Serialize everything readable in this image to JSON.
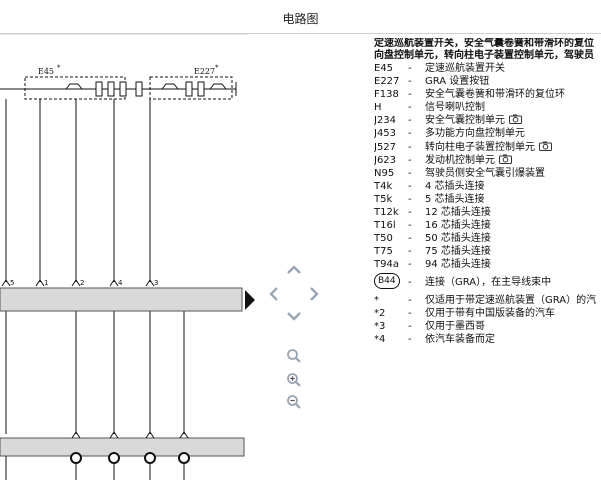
{
  "header": {
    "title": "电路图"
  },
  "diagram": {
    "component_e45": "E45",
    "component_e45_mark": "*",
    "component_e227": "E227",
    "component_e227_mark": "*",
    "pin_labels": [
      "5",
      "1",
      "2",
      "4",
      "3"
    ]
  },
  "navigation": {
    "pan_up": "chevron-up-icon",
    "pan_down": "chevron-down-icon",
    "pan_left": "chevron-left-icon",
    "pan_right": "chevron-right-icon",
    "zoom_reset": "zoom-search-icon",
    "zoom_in": "zoom-in-icon",
    "zoom_out": "zoom-out-icon",
    "accent_color": "#9aa6b4"
  },
  "legend": {
    "heading_line1": "定速巡航装置开关，安全气囊卷簧和带滑环的复位",
    "heading_line2": "向盘控制单元，转向柱电子装置控制单元，驾驶员",
    "items": [
      {
        "code": "E45",
        "dash": "-",
        "desc": "定速巡航装置开关",
        "camera": false
      },
      {
        "code": "E227",
        "dash": "-",
        "desc": "GRA 设置按钮",
        "camera": false
      },
      {
        "code": "F138",
        "dash": "-",
        "desc": "安全气囊卷簧和带滑环的复位环",
        "camera": false
      },
      {
        "code": "H",
        "dash": "-",
        "desc": "信号喇叭控制",
        "camera": false
      },
      {
        "code": "J234",
        "dash": "-",
        "desc": "安全气囊控制单元",
        "camera": true
      },
      {
        "code": "J453",
        "dash": "-",
        "desc": "多功能方向盘控制单元",
        "camera": false
      },
      {
        "code": "J527",
        "dash": "-",
        "desc": "转向柱电子装置控制单元",
        "camera": true
      },
      {
        "code": "J623",
        "dash": "-",
        "desc": "发动机控制单元",
        "camera": true
      },
      {
        "code": "N95",
        "dash": "-",
        "desc": "驾驶员侧安全气囊引爆装置",
        "camera": false
      },
      {
        "code": "T4k",
        "dash": "-",
        "desc": "4 芯插头连接",
        "camera": false
      },
      {
        "code": "T5k",
        "dash": "-",
        "desc": "5 芯插头连接",
        "camera": false
      },
      {
        "code": "T12k",
        "dash": "-",
        "desc": "12 芯插头连接",
        "camera": false
      },
      {
        "code": "T16l",
        "dash": "-",
        "desc": "16 芯插头连接",
        "camera": false
      },
      {
        "code": "T50",
        "dash": "-",
        "desc": "50 芯插头连接",
        "camera": false
      },
      {
        "code": "T75",
        "dash": "-",
        "desc": "75 芯插头连接",
        "camera": false
      },
      {
        "code": "T94a",
        "dash": "-",
        "desc": "94 芯插头连接",
        "camera": false
      }
    ],
    "connector": {
      "code": "B44",
      "dash": "-",
      "desc": "连接（GRA），在主导线束中"
    },
    "notes": [
      {
        "code": "*",
        "dash": "-",
        "desc": "仅适用于带定速巡航装置（GRA）的汽"
      },
      {
        "code": "*2",
        "dash": "-",
        "desc": "仅用于带有中国版装备的汽车"
      },
      {
        "code": "*3",
        "dash": "-",
        "desc": "仅用于墨西哥"
      },
      {
        "code": "*4",
        "dash": "-",
        "desc": "依汽车装备而定"
      }
    ]
  }
}
